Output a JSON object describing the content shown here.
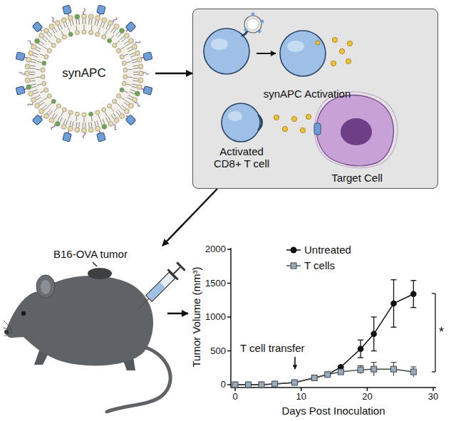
{
  "diagram": {
    "nodes": [
      {
        "text": [
          "synAPC"
        ]
      },
      {
        "text": [
          "synAPC Activation",
          "Activated CD8+ T cell",
          "Target Cell"
        ]
      },
      {
        "text": [
          "B16-OVA tumor"
        ]
      },
      {
        "text": [
          "Tumor Volume (mm³)",
          "Days Post Inoculation"
        ]
      }
    ],
    "edges": [
      {
        "from": 0,
        "to": 1,
        "arrow": "to"
      },
      {
        "from": 1,
        "to": 2,
        "arrow": "to"
      },
      {
        "from": 2,
        "to": 3,
        "arrow": "to"
      }
    ],
    "labels": [
      "0",
      "500",
      "1000",
      "1500",
      "2000",
      "0",
      "10",
      "20",
      "30",
      "T cell transfer",
      "*"
    ],
    "legend": [
      {
        "text": "Untreated"
      },
      {
        "text": "T cells"
      }
    ]
  }
}
